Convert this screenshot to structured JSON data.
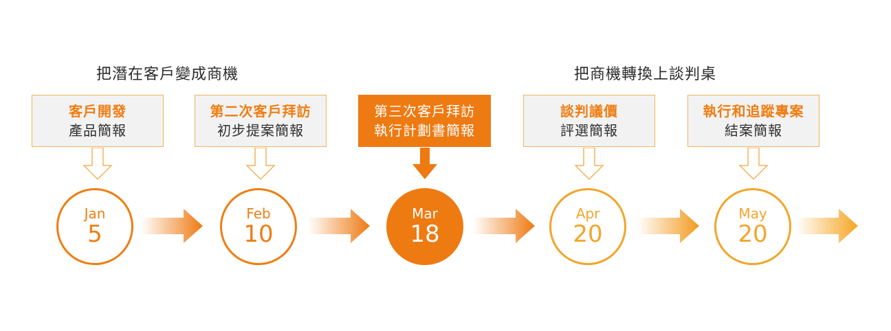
{
  "sections": {
    "left_title": "把潛在客戶變成商機",
    "right_title": "把商機轉換上談判桌"
  },
  "steps": [
    {
      "line1": "客戶開發",
      "line2": "產品簡報",
      "month": "Jan",
      "day": "5"
    },
    {
      "line1": "第二次客戶拜訪",
      "line2": "初步提案簡報",
      "month": "Feb",
      "day": "10"
    },
    {
      "line1": "第三次客戶拜訪",
      "line2": "執行計劃書簡報",
      "month": "Mar",
      "day": "18"
    },
    {
      "line1": "談判議價",
      "line2": "評選簡報",
      "month": "Apr",
      "day": "20"
    },
    {
      "line1": "執行和追蹤專案",
      "line2": "結案簡報",
      "month": "May",
      "day": "20"
    }
  ],
  "colors": {
    "accent": "#ee7a12",
    "amber": "#f2a52a",
    "card_bg": "#f2f2f2",
    "card_border": "#f0b35a"
  }
}
